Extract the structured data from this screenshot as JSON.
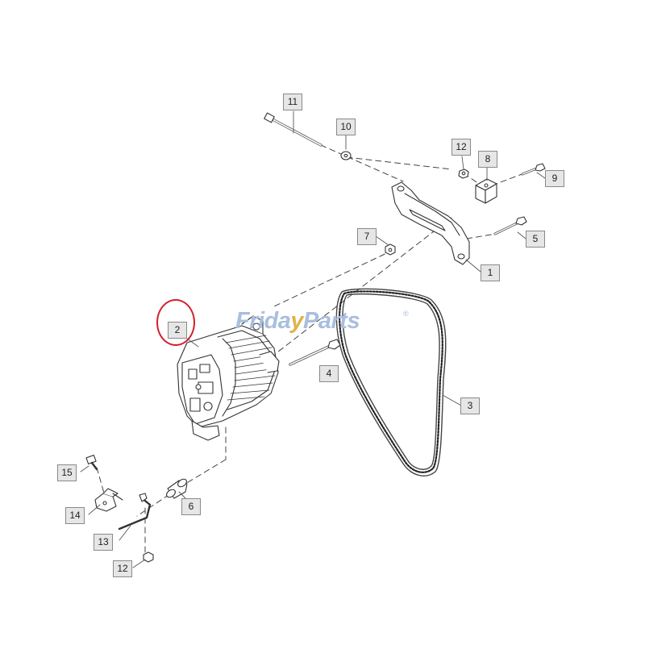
{
  "diagram": {
    "watermark": {
      "brand_main": "Frida",
      "brand_accent": "y",
      "brand_rest": "Parts",
      "registered": "®",
      "colors": {
        "blue": "#a9bedf",
        "gold": "#e0b24a"
      }
    },
    "highlight": {
      "target": "2",
      "color": "#d31f2a"
    },
    "callouts": [
      {
        "id": "c11",
        "label": "11"
      },
      {
        "id": "c10",
        "label": "10"
      },
      {
        "id": "c12a",
        "label": "12"
      },
      {
        "id": "c8",
        "label": "8"
      },
      {
        "id": "c9",
        "label": "9"
      },
      {
        "id": "c7",
        "label": "7"
      },
      {
        "id": "c5",
        "label": "5"
      },
      {
        "id": "c1",
        "label": "1"
      },
      {
        "id": "c2",
        "label": "2"
      },
      {
        "id": "c4",
        "label": "4"
      },
      {
        "id": "c3",
        "label": "3"
      },
      {
        "id": "c15",
        "label": "15"
      },
      {
        "id": "c6",
        "label": "6"
      },
      {
        "id": "c14",
        "label": "14"
      },
      {
        "id": "c13",
        "label": "13"
      },
      {
        "id": "c12b",
        "label": "12"
      }
    ]
  }
}
